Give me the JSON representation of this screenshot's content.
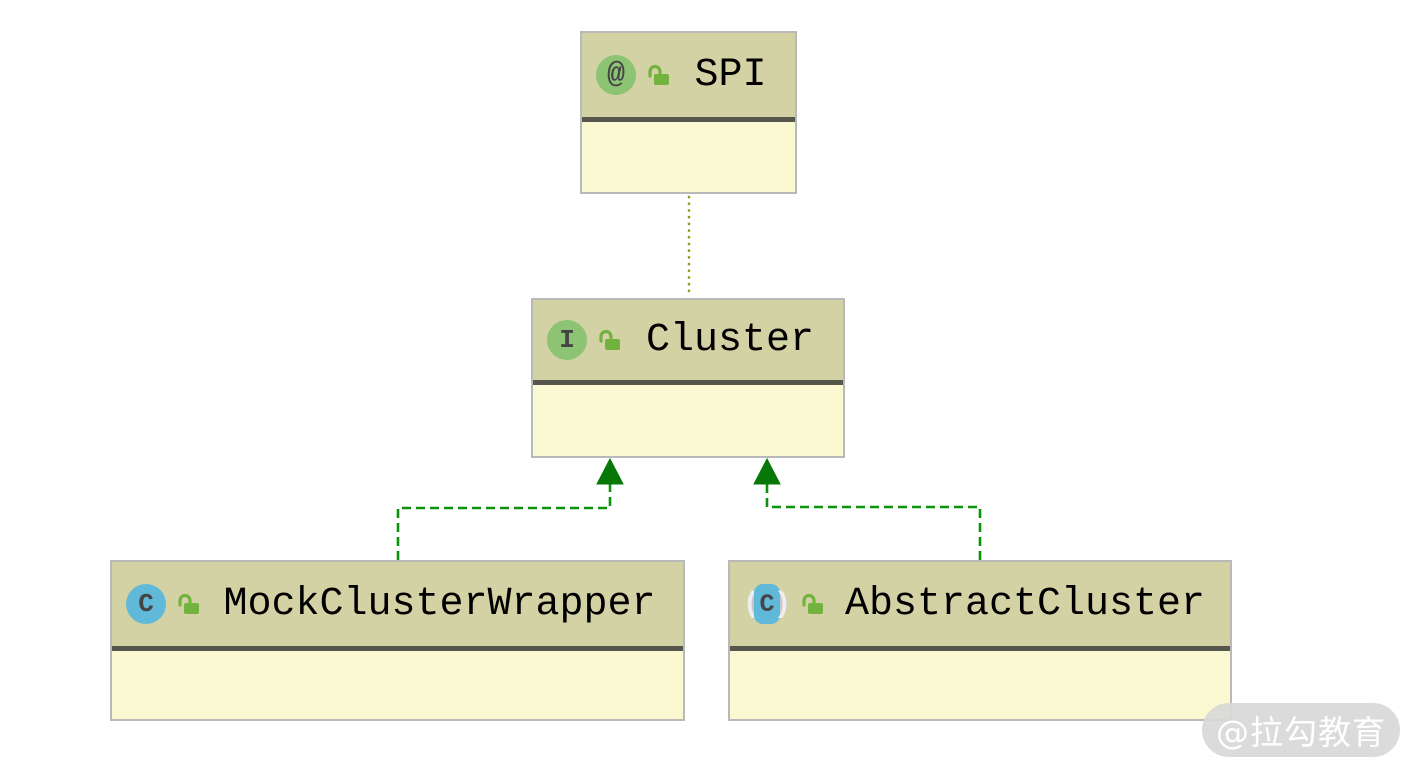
{
  "diagram": {
    "nodes": [
      {
        "name": "SPI",
        "kind": "annotation",
        "badge": "@"
      },
      {
        "name": "Cluster",
        "kind": "interface",
        "badge": "I"
      },
      {
        "name": "MockClusterWrapper",
        "kind": "class",
        "badge": "C"
      },
      {
        "name": "AbstractCluster",
        "kind": "abstract class",
        "badge": "C",
        "paren_left": "(",
        "paren_right": ")"
      }
    ],
    "edges": [
      {
        "from": "MockClusterWrapper",
        "to": "Cluster",
        "type": "realization",
        "style": "green dashed, hollow-to-solid green triangle arrow pointing up"
      },
      {
        "from": "AbstractCluster",
        "to": "Cluster",
        "type": "realization",
        "style": "green dashed, solid green triangle arrow pointing up"
      },
      {
        "from": "SPI",
        "to": "Cluster",
        "type": "annotation-dependency",
        "style": "olive dotted vertical line"
      }
    ],
    "colors": {
      "header_fill": "#d3d2a5",
      "body_fill": "#fbf9d2",
      "node_border": "#b9b9b9",
      "separator": "#56564d",
      "realization_edge": "#0c930c",
      "arrow_fill": "#077807",
      "annotation_edge": "#96961e",
      "interface_icon": "#8cc473",
      "class_icon": "#60b9d8",
      "lock_icon": "#72b23e",
      "watermark_bg": "#d9d9d9",
      "watermark_text": "#ffffff"
    }
  },
  "watermark": {
    "text": "@拉勾教育"
  }
}
